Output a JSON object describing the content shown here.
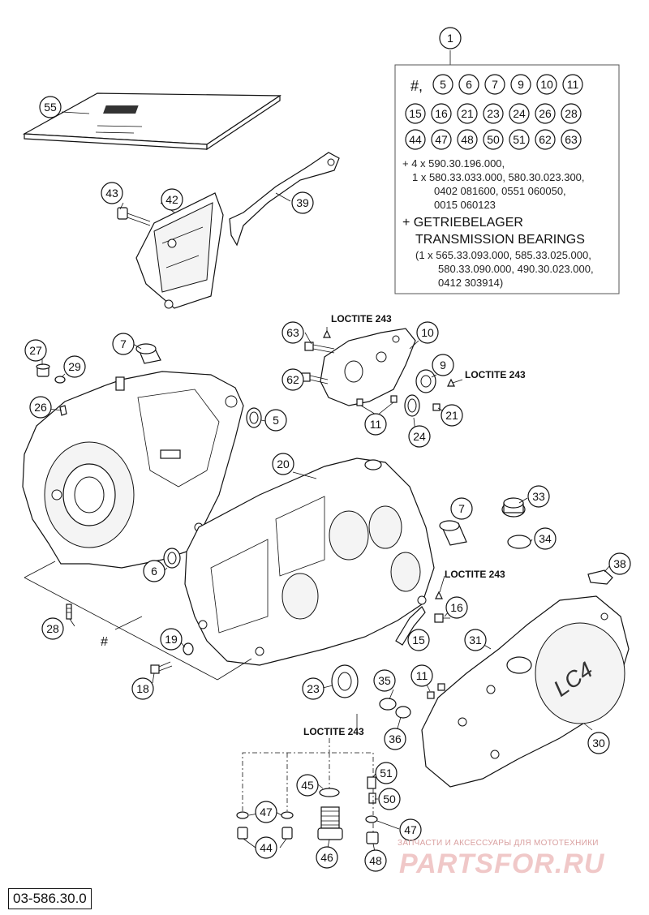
{
  "document_id": "03-586.30.0",
  "watermark": {
    "tagline": "ЗАПЧАСТИ И АКСЕССУАРЫ ДЛЯ МОТОТЕХНИКИ",
    "brand": "PARTSFOR.RU"
  },
  "loctite_label": "LOCTITE 243",
  "assembly_note": {
    "main_ref": "1",
    "row1_prefix": "#,",
    "row1_refs": [
      "5",
      "6",
      "7",
      "9",
      "10",
      "11"
    ],
    "row2_refs": [
      "15",
      "16",
      "21",
      "23",
      "24",
      "26",
      "28"
    ],
    "row3_refs": [
      "44",
      "47",
      "48",
      "50",
      "51",
      "62",
      "63"
    ],
    "line_plus4": "+ 4 x 590.30.196.000,",
    "line_plus1a": "1 x 580.33.033.000, 580.30.023.300,",
    "line_plus1b": "0402 081600, 0551 060050,",
    "line_plus1c": "0015 060123",
    "bearings_de": "+ GETRIEBELAGER",
    "bearings_en": "TRANSMISSION BEARINGS",
    "bearings_1": "(1 x 565.33.093.000, 585.33.025.000,",
    "bearings_2": "580.33.090.000, 490.30.023.000,",
    "bearings_3": "0412 303914)"
  },
  "hash_label": "#",
  "cover_lettering": "LC4",
  "callouts": [
    "55",
    "43",
    "42",
    "39",
    "7",
    "27",
    "29",
    "26",
    "5",
    "63",
    "62",
    "10",
    "9",
    "21",
    "24",
    "11",
    "20",
    "33",
    "34",
    "38",
    "6",
    "16",
    "15",
    "19",
    "18",
    "28",
    "31",
    "30",
    "23",
    "35",
    "36",
    "45",
    "46",
    "47",
    "44",
    "51",
    "50",
    "48"
  ]
}
